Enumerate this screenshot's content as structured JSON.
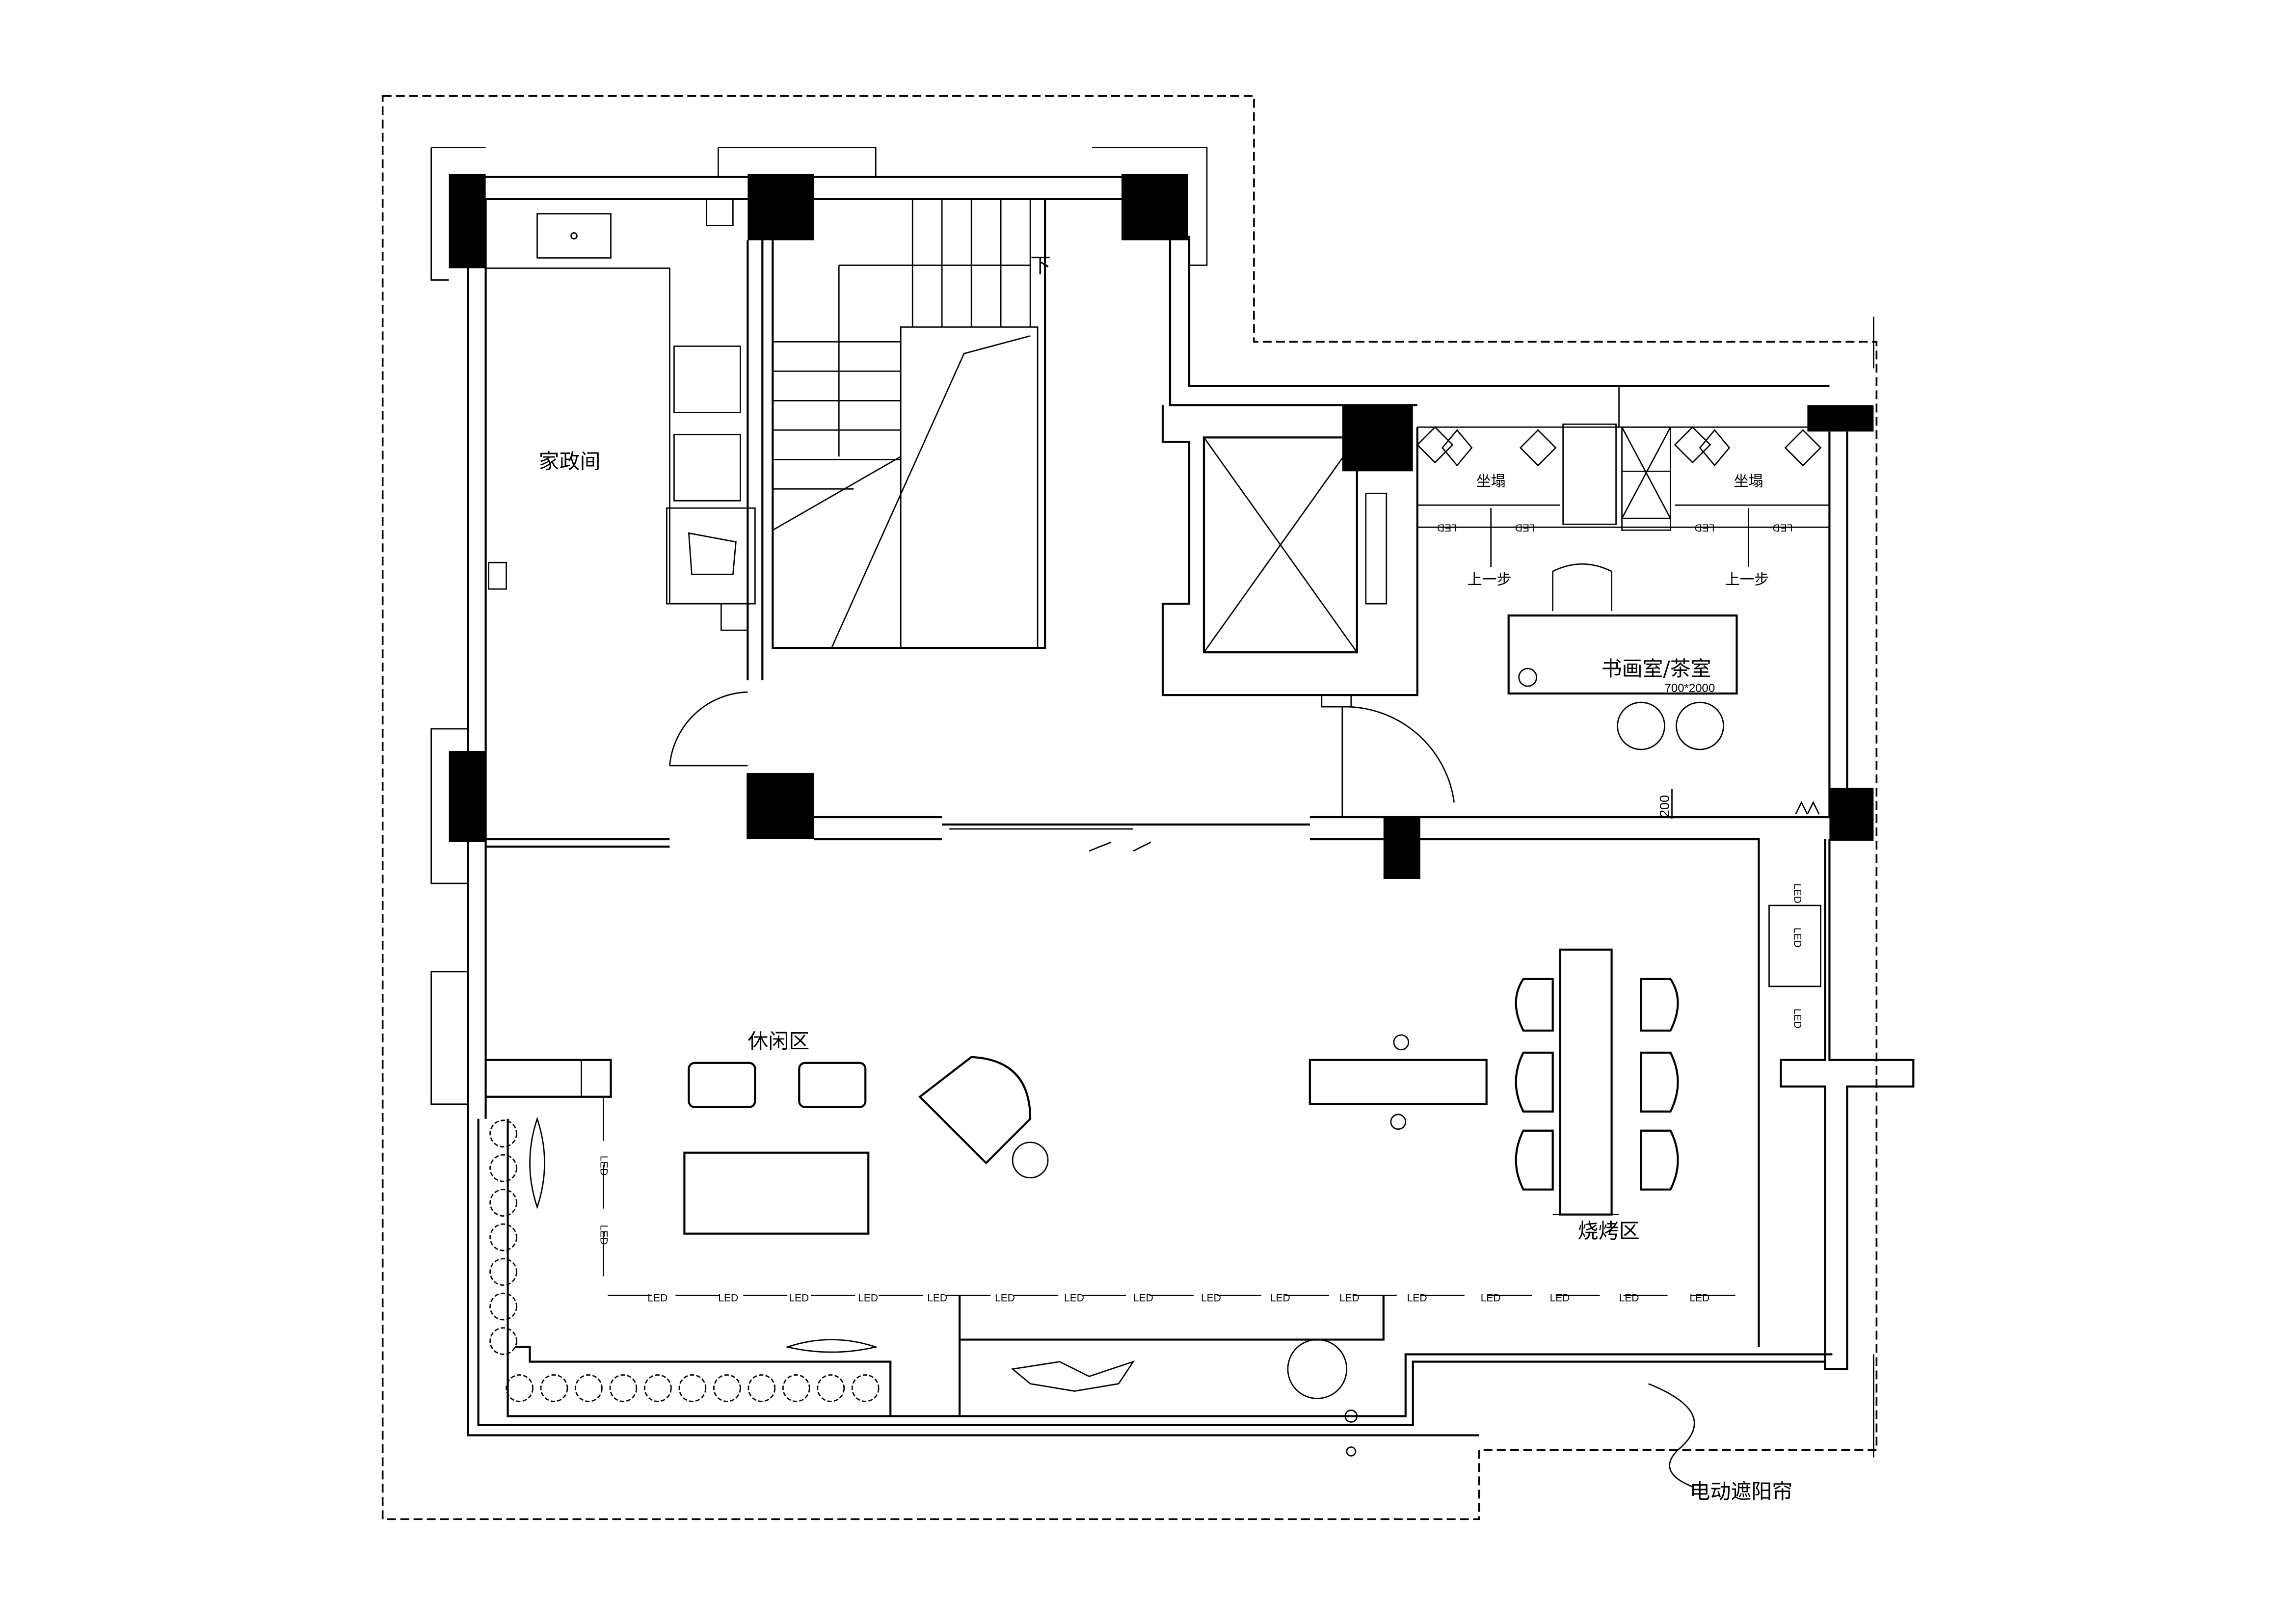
{
  "plan": {
    "rooms": {
      "housekeeping": "家政间",
      "stairs_down": "下",
      "seat_couch_left": "坐塌",
      "seat_couch_right": "坐塌",
      "step_up_left": "上一步",
      "step_up_right": "上一步",
      "study_tea_room": "书画室/茶室",
      "desk_size": "700*2000",
      "leisure_area": "休闲区",
      "bbq_area": "烧烤区"
    },
    "dimension_200": "200",
    "led_label": "LED",
    "electric_awning": "电动遮阳帘"
  }
}
